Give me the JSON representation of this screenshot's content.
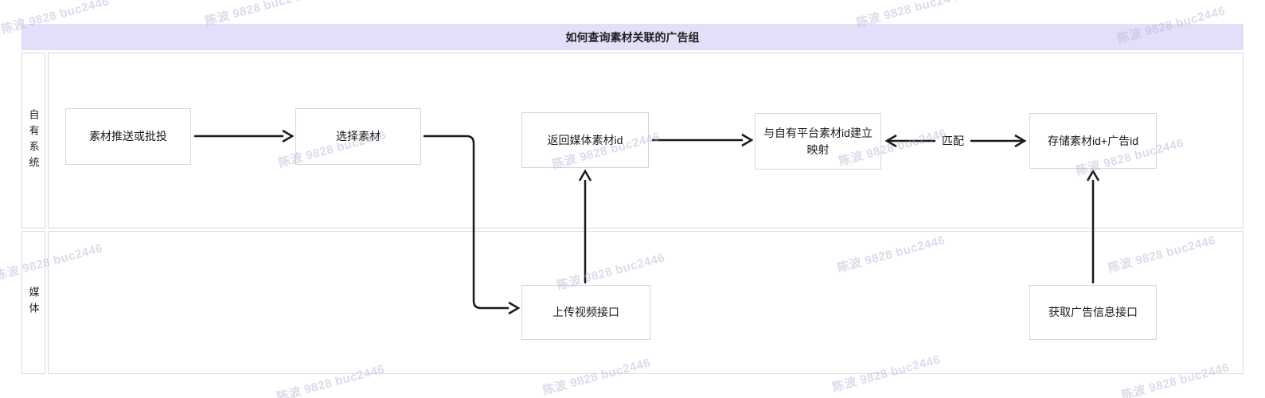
{
  "title": "如何查询素材关联的广告组",
  "watermark": {
    "text": "陈波 9828 buc2446"
  },
  "lanes": {
    "own_system": {
      "label": "自有系统"
    },
    "media": {
      "label": "媒体"
    }
  },
  "nodes": {
    "push": {
      "label": "素材推送或批投"
    },
    "select": {
      "label": "选择素材"
    },
    "return_id": {
      "label": "返回媒体素材id"
    },
    "mapping": {
      "label": "与自有平台素材id建立映射"
    },
    "store": {
      "label": "存储素材id+广告id"
    },
    "upload": {
      "label": "上传视频接口"
    },
    "get_ad": {
      "label": "获取广告信息接口"
    }
  },
  "edges": {
    "match": {
      "label": "匹配"
    }
  },
  "colors": {
    "title_bg": "#e4def8",
    "box_border": "#d6d6d6",
    "lane_border": "#d9d9d9",
    "arrow": "#1a1a1a",
    "watermark": "#b6aed1"
  }
}
